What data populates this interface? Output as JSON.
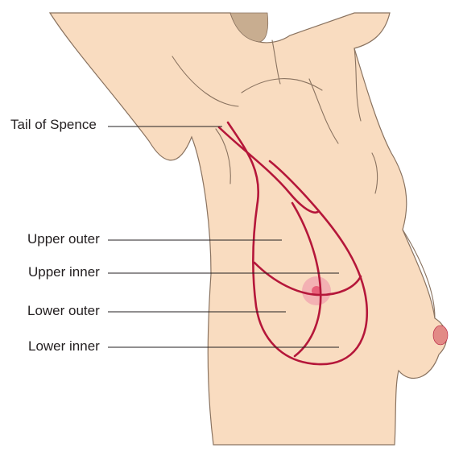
{
  "labels": {
    "tail_of_spence": "Tail of Spence",
    "upper_outer": "Upper outer",
    "upper_inner": "Upper inner",
    "lower_outer": "Lower outer",
    "lower_inner": "Lower inner"
  },
  "colors": {
    "skin": "#f9dcc0",
    "outline": "#8a7360",
    "quadrant_lines": "#b5173a",
    "nipple": "#e8607a",
    "areola": "#f2a9b0",
    "text": "#231f20"
  }
}
